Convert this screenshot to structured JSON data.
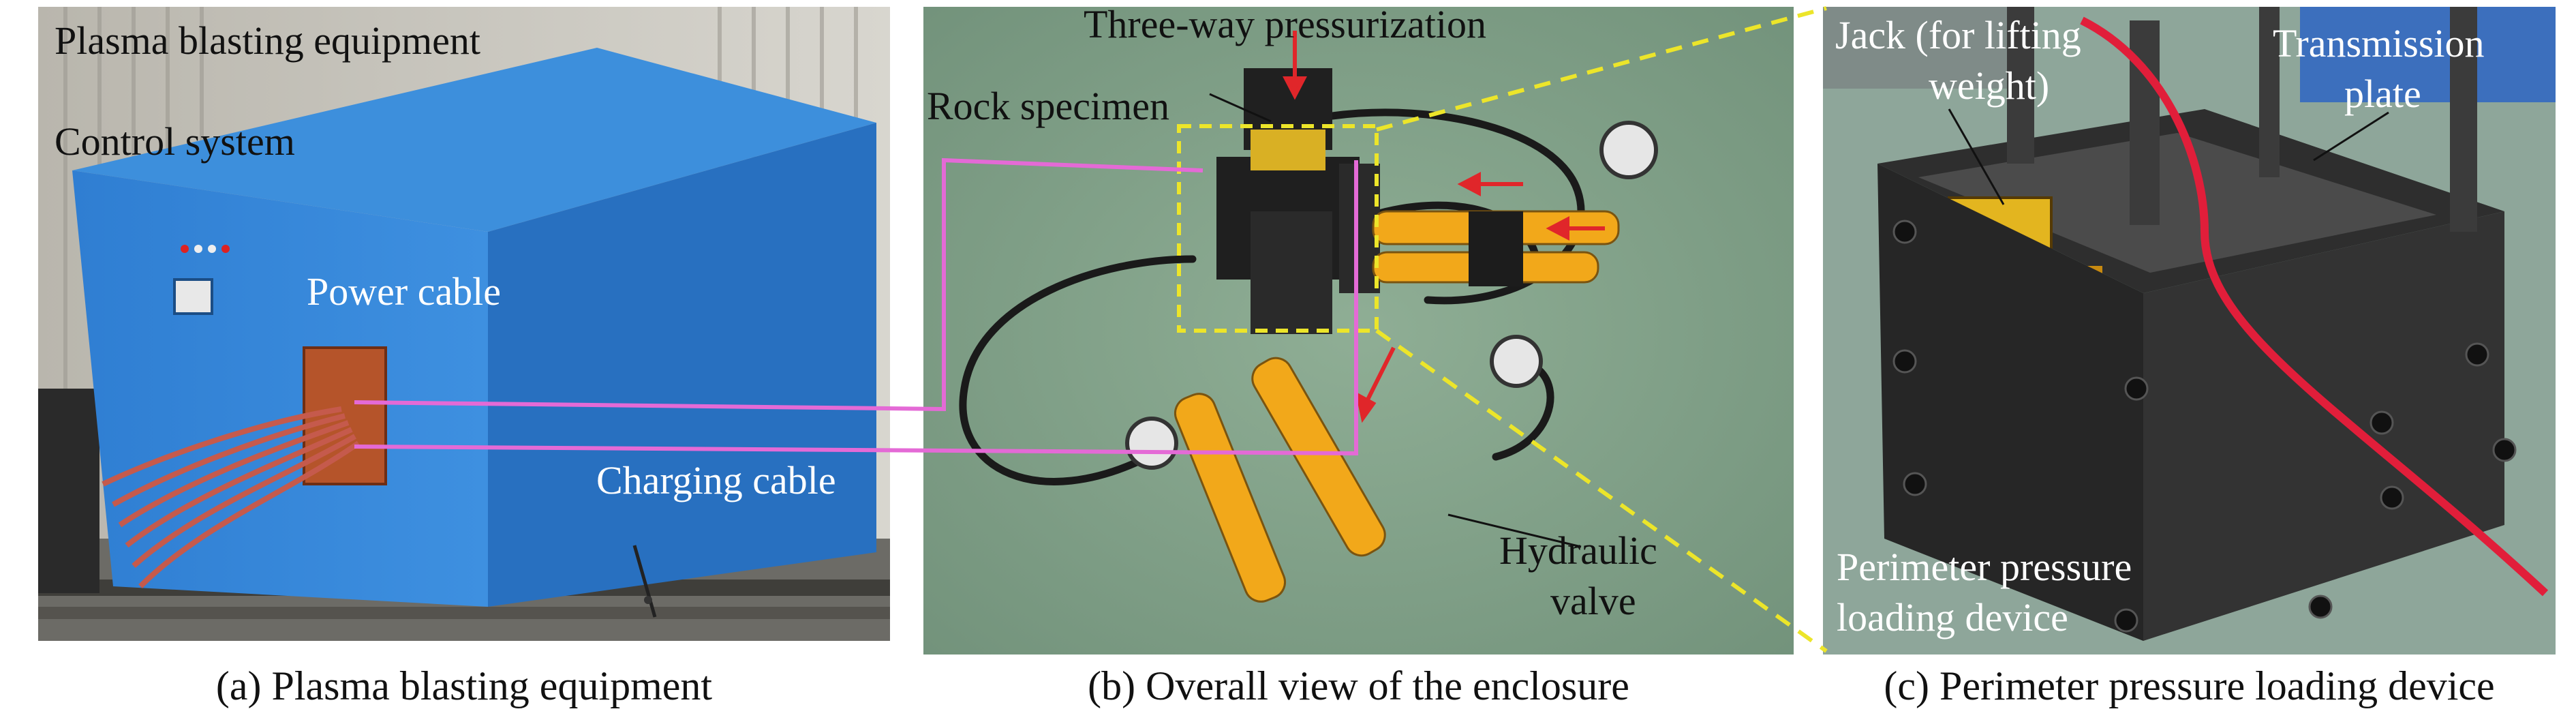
{
  "panels": {
    "a": {
      "caption": "(a) Plasma blasting equipment",
      "labels": {
        "title": "Plasma blasting equipment",
        "control": "Control system",
        "power": "Power cable",
        "charging": "Charging cable"
      }
    },
    "b": {
      "caption": "(b) Overall view of the enclosure",
      "labels": {
        "threeway": "Three-way pressurization",
        "rock": "Rock specimen",
        "valve_1": "Hydraulic",
        "valve_2": "valve"
      }
    },
    "c": {
      "caption": "(c) Perimeter pressure loading device",
      "labels": {
        "jack_1": "Jack (for lifting",
        "jack_2": "weight)",
        "plate_1": "Transmission",
        "plate_2": "plate",
        "perimeter_1": "Perimeter pressure",
        "perimeter_2": "loading device"
      }
    }
  },
  "colors": {
    "equipment_blue": "#2f7fd3",
    "connector_pink": "#e46ad6",
    "highlight_yellow": "#ece52a",
    "arrow_red": "#e0262a",
    "hydraulic_yellow": "#f2a81a"
  }
}
